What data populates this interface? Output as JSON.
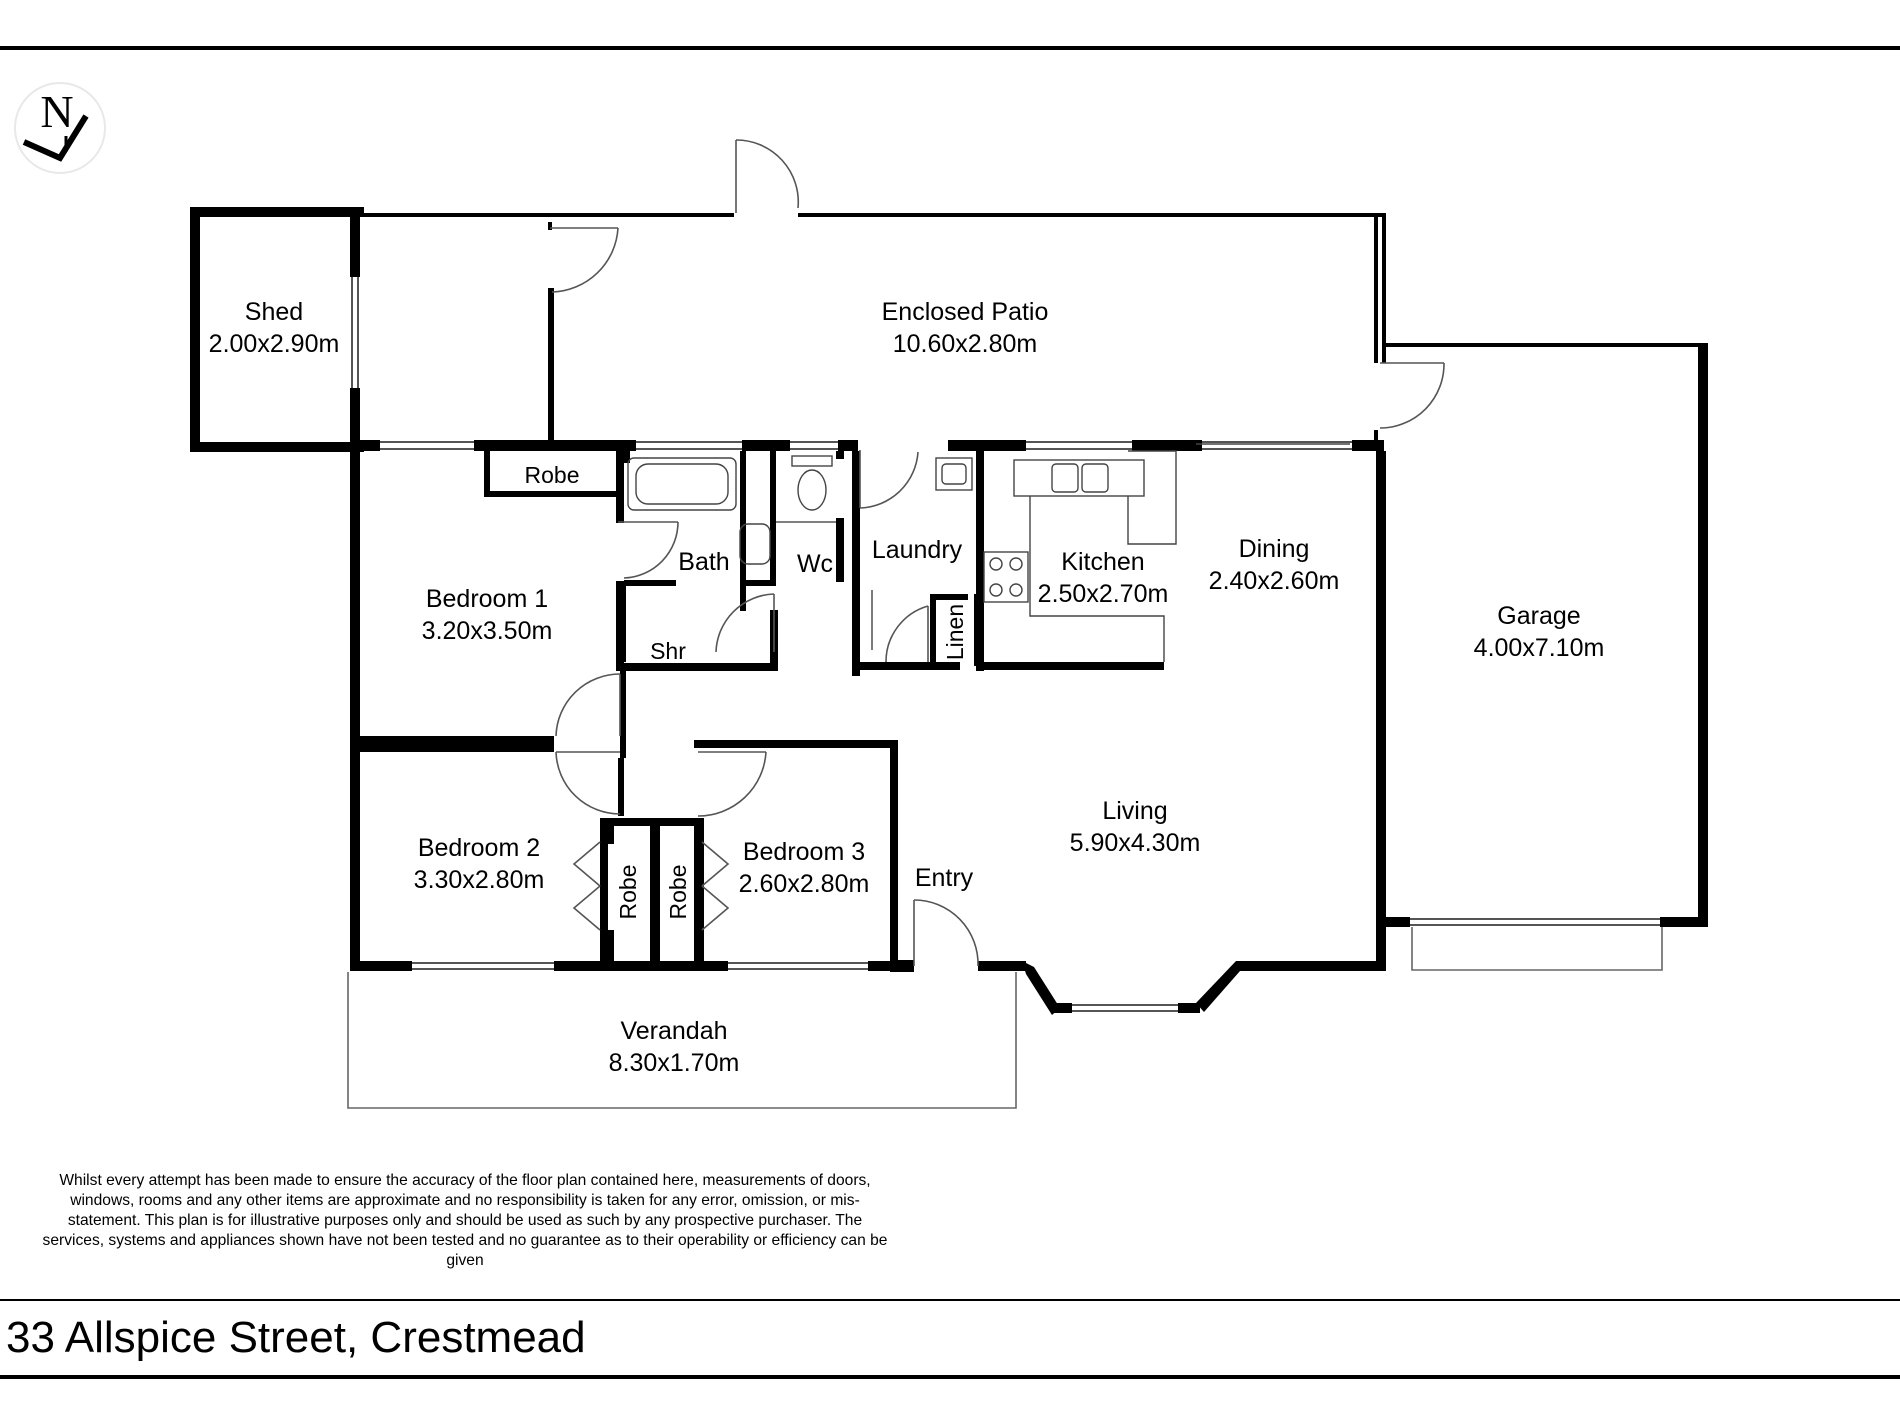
{
  "compass": {
    "letter": "N",
    "icon": "north-arrow-icon"
  },
  "rooms": {
    "shed": {
      "name": "Shed",
      "size": "2.00x2.90m"
    },
    "patio": {
      "name": "Enclosed Patio",
      "size": "10.60x2.80m"
    },
    "robe_top": {
      "name": "Robe"
    },
    "bath": {
      "name": "Bath"
    },
    "shower": {
      "name": "Shr"
    },
    "wc": {
      "name": "Wc"
    },
    "laundry": {
      "name": "Laundry"
    },
    "linen": {
      "name": "Linen"
    },
    "kitchen": {
      "name": "Kitchen",
      "size": "2.50x2.70m"
    },
    "dining": {
      "name": "Dining",
      "size": "2.40x2.60m"
    },
    "garage": {
      "name": "Garage",
      "size": "4.00x7.10m"
    },
    "bedroom1": {
      "name": "Bedroom 1",
      "size": "3.20x3.50m"
    },
    "bedroom2": {
      "name": "Bedroom 2",
      "size": "3.30x2.80m"
    },
    "robe_b2": {
      "name": "Robe"
    },
    "robe_b3": {
      "name": "Robe"
    },
    "bedroom3": {
      "name": "Bedroom 3",
      "size": "2.60x2.80m"
    },
    "entry": {
      "name": "Entry"
    },
    "living": {
      "name": "Living",
      "size": "5.90x4.30m"
    },
    "verandah": {
      "name": "Verandah",
      "size": "8.30x1.70m"
    }
  },
  "disclaimer": "Whilst every attempt has been made to ensure the accuracy of the floor plan contained here, measurements of doors, windows, rooms and any other items are approximate and no responsibility is taken for any error, omission, or mis-statement. This plan is for illustrative purposes only and should be used as such by any prospective purchaser. The services, systems and appliances shown have not been tested and no guarantee as to their operability or efficiency can be given",
  "address": "33 Allspice Street, Crestmead"
}
